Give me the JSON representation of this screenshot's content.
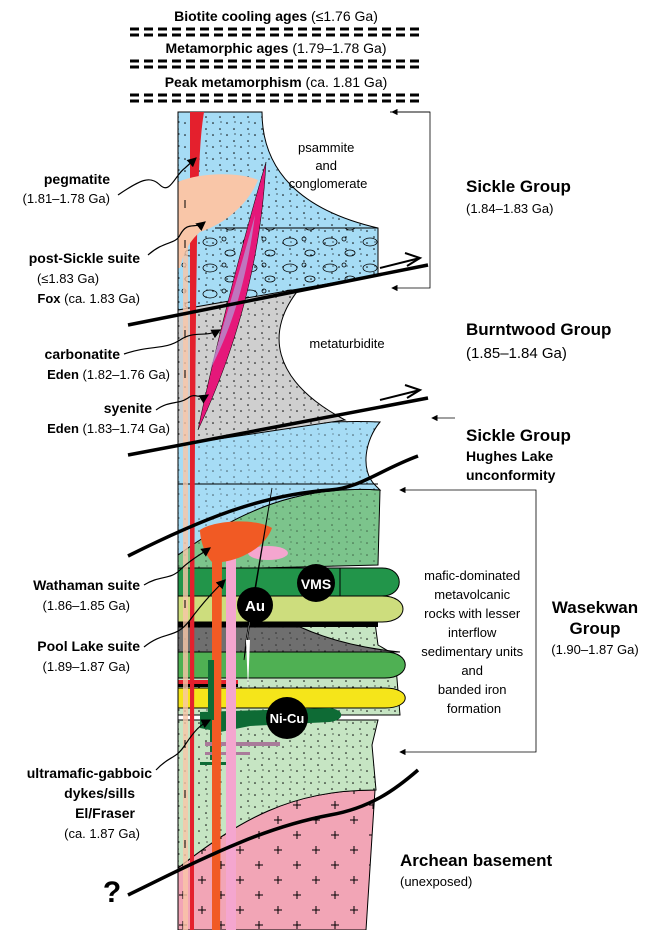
{
  "header": {
    "biotite": {
      "bold": "Biotite cooling ages",
      "rest": " (≤1.76 Ga)"
    },
    "metamorphic": {
      "bold": "Metamorphic ages",
      "rest": " (1.79–1.78 Ga)"
    },
    "peak": {
      "bold": "Peak metamorphism",
      "rest": " (ca. 1.81 Ga)"
    }
  },
  "left_labels": {
    "pegmatite": {
      "name": "pegmatite",
      "age": "(1.81–1.78 Ga)"
    },
    "post_sickle": {
      "name": "post-Sickle suite",
      "age": "(≤1.83 Ga)",
      "sub_bold": "Fox",
      "sub_age": " (ca. 1.83 Ga)"
    },
    "carbonatite": {
      "name": "carbonatite",
      "sub_bold": "Eden",
      "sub_age": " (1.82–1.76 Ga)"
    },
    "syenite": {
      "name": "syenite",
      "sub_bold": "Eden",
      "sub_age": " (1.83–1.74 Ga)"
    },
    "wathaman": {
      "name": "Wathaman suite",
      "age": "(1.86–1.85 Ga)"
    },
    "pool_lake": {
      "name": "Pool Lake suite",
      "age": "(1.89–1.87 Ga)"
    },
    "ultramafic": {
      "line1": "ultramafic-gabboic",
      "line2": "dykes/sills",
      "line3": "El/Fraser",
      "age": "(ca. 1.87 Ga)"
    },
    "question": "?"
  },
  "column_labels": {
    "psammite": [
      "psammite",
      "and",
      "conglomerate"
    ],
    "metaturbidite": "metaturbidite",
    "mafic": [
      "mafic-dominated",
      "metavolcanic",
      "rocks with lesser",
      "interflow",
      "sedimentary units",
      "and",
      "banded iron",
      "formation"
    ]
  },
  "deposits": {
    "au": "Au",
    "vms": "VMS",
    "nicu": "Ni-Cu"
  },
  "right_labels": {
    "sickle_upper": {
      "name": "Sickle Group",
      "age": "(1.84–1.83 Ga)"
    },
    "burntwood": {
      "name": "Burntwood Group",
      "age": "(1.85–1.84 Ga)"
    },
    "sickle_lower": {
      "line1": "Sickle Group",
      "line2": "Hughes Lake",
      "line3": "unconformity"
    },
    "wasekwan": {
      "line1": "Wasekwan",
      "line2": "Group",
      "age": "(1.90–1.87 Ga)"
    },
    "archean": {
      "name": "Archean basement",
      "sub": "(unexposed)"
    }
  },
  "colors": {
    "sickle_blue": "#a6dcf5",
    "burntwood_gray": "#cfcfcf",
    "wasekwan_green": "#c6e5c3",
    "wasekwan_midgreen": "#7cc48c",
    "mafic_darkgreen": "#22954a",
    "sediment_lightgreen": "#cddd7d",
    "darkgray": "#6f6f6f",
    "iron_yellow": "#f5e51a",
    "archean_pink": "#f2a5b6",
    "pegmatite_red": "#e4202d",
    "fox_peach": "#f9c6a8",
    "carbonatite_magenta": "#e5187a",
    "wathaman_orange": "#f15a24",
    "poollake_pink": "#f4a6cf",
    "gabbro_darkgreen": "#0e6b35",
    "mauve": "#a97b9a"
  }
}
